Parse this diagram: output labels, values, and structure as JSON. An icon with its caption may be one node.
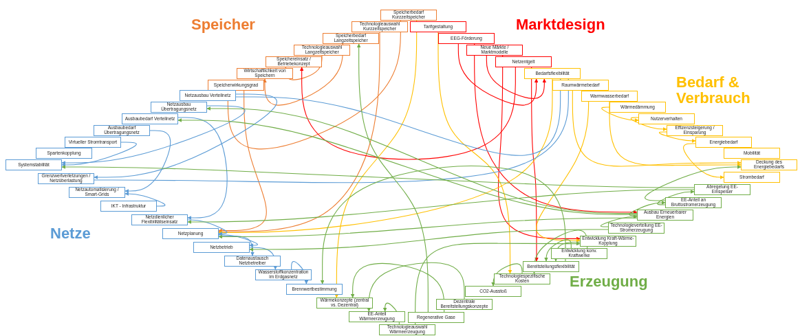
{
  "diagram": {
    "nodes": [
      {
        "text": [
          "Speicherbedarf Kurzzeitspeicher"
        ]
      },
      {
        "text": [
          "Technologieauswahl Kurzzeitspeicher"
        ]
      },
      {
        "text": [
          "Speicherbedarf Langzeitspeicher"
        ]
      },
      {
        "text": [
          "Technologieauswahl Langzeitspeicher"
        ]
      },
      {
        "text": [
          "Speichereinsatz / Betriebekonzept"
        ]
      },
      {
        "text": [
          "Wirtschaftlichkeit von Speichern"
        ]
      },
      {
        "text": [
          "Speicherwirkungsgrad"
        ]
      },
      {
        "text": [
          "Tarifgestaltung"
        ]
      },
      {
        "text": [
          "EEG-Förderung"
        ]
      },
      {
        "text": [
          "Neue Märkte / Marktmodelle"
        ]
      },
      {
        "text": [
          "Netzentgelt"
        ]
      },
      {
        "text": [
          "Bedarfsflexibilität"
        ]
      },
      {
        "text": [
          "Raumwärmebedarf"
        ]
      },
      {
        "text": [
          "Warmwasserbedarf"
        ]
      },
      {
        "text": [
          "Wärmedämmung"
        ]
      },
      {
        "text": [
          "Nutzerverhalten"
        ]
      },
      {
        "text": [
          "Effizenzsteigerung / Einsparung"
        ]
      },
      {
        "text": [
          "Energiebedarf"
        ]
      },
      {
        "text": [
          "Mobilität"
        ]
      },
      {
        "text": [
          "Deckung des Energiebedarfs"
        ]
      },
      {
        "text": [
          "Strombedarf"
        ]
      },
      {
        "text": [
          "Abregelung EE-Einspeiser"
        ]
      },
      {
        "text": [
          "EE-Anteil an Bruttostromerzeugung"
        ]
      },
      {
        "text": [
          "Ausbau Erneuerbarer Energien"
        ]
      },
      {
        "text": [
          "Technologieverteilung EE-Stromerzeugung"
        ]
      },
      {
        "text": [
          "Entwicklung Kraft-Wärme-Kopplung"
        ]
      },
      {
        "text": [
          "Entwicklung konv. Kraftwerke"
        ]
      },
      {
        "text": [
          "Bereitstellungsflexibilität"
        ]
      },
      {
        "text": [
          "Technologiespezifische Kosten"
        ]
      },
      {
        "text": [
          "CO2-Ausstoß"
        ]
      },
      {
        "text": [
          "Dezentrale Bereitstellungskonzepte"
        ]
      },
      {
        "text": [
          "Regenerative Gase"
        ]
      },
      {
        "text": [
          "Technologieauswahl Wärmeerzeugung"
        ]
      },
      {
        "text": [
          "EE-Anteil Wärmeerzeugung"
        ]
      },
      {
        "text": [
          "Wärmekonzepte (zentral vs. Dezentral)"
        ]
      },
      {
        "text": [
          "Netzausbau Verteilnetz"
        ]
      },
      {
        "text": [
          "Netzausbau Übertragungsnetz"
        ]
      },
      {
        "text": [
          "Ausbaubedarf Verteilnetz"
        ]
      },
      {
        "text": [
          "Ausbaubedarf Übertragungsnetz"
        ]
      },
      {
        "text": [
          "Virtueller Stromtransport"
        ]
      },
      {
        "text": [
          "Spartenkopplung"
        ]
      },
      {
        "text": [
          "Systemstabilität"
        ]
      },
      {
        "text": [
          "Grenzwertverletzungen / Netzüberlastung"
        ]
      },
      {
        "text": [
          "Netzautomatisierung / Smart-Grids"
        ]
      },
      {
        "text": [
          "IKT - Infrastruktur"
        ]
      },
      {
        "text": [
          "Netzdienlicher Flexibilitätseinsatz"
        ]
      },
      {
        "text": [
          "Netzplanung"
        ]
      },
      {
        "text": [
          "Netzbetrieb"
        ]
      },
      {
        "text": [
          "Datenaustausch Netzbetreiber"
        ]
      },
      {
        "text": [
          "Wasserstoffkonzentration im Erdgasnetz"
        ]
      },
      {
        "text": [
          "Brennwertbestimmung"
        ]
      }
    ],
    "edges": [
      {
        "from": 3,
        "to": 4,
        "arrow": "to",
        "color": "#ed7d31"
      },
      {
        "from": 2,
        "to": 5,
        "arrow": "to",
        "color": "#ed7d31"
      },
      {
        "from": 0,
        "to": 6,
        "arrow": "to",
        "color": "#ed7d31"
      },
      {
        "from": 6,
        "to": 46,
        "arrow": "to",
        "color": "#ed7d31"
      },
      {
        "from": 1,
        "to": 46,
        "arrow": "to",
        "color": "#ed7d31"
      },
      {
        "from": 10,
        "to": 4,
        "arrow": "to",
        "color": "#ff0000"
      },
      {
        "from": 8,
        "to": 11,
        "arrow": "to",
        "color": "#ff0000"
      },
      {
        "from": 9,
        "to": 11,
        "arrow": "to",
        "color": "#ff0000"
      },
      {
        "from": 8,
        "to": 23,
        "arrow": "to",
        "color": "#ff0000"
      },
      {
        "from": 9,
        "to": 25,
        "arrow": "to",
        "color": "#ff0000"
      },
      {
        "from": 10,
        "to": 27,
        "arrow": "to",
        "color": "#ff0000"
      },
      {
        "from": 0,
        "to": 34,
        "arrow": "to",
        "color": "#ffc000"
      },
      {
        "from": 7,
        "to": 28,
        "arrow": "to",
        "color": "#ffc000"
      },
      {
        "from": 11,
        "to": 46,
        "arrow": "to",
        "color": "#ffc000"
      },
      {
        "from": 12,
        "to": 19,
        "arrow": "to",
        "color": "#ffc000"
      },
      {
        "from": 13,
        "to": 19,
        "arrow": "to",
        "color": "#ffc000"
      },
      {
        "from": 15,
        "to": 16,
        "arrow": "to",
        "color": "#ffc000"
      },
      {
        "from": 16,
        "to": 17,
        "arrow": "to",
        "color": "#ffc000"
      },
      {
        "from": 17,
        "to": 20,
        "arrow": "to",
        "color": "#ffc000"
      },
      {
        "from": 14,
        "to": 15,
        "arrow": "to",
        "color": "#ffc000"
      },
      {
        "from": 12,
        "to": 25,
        "arrow": "to",
        "color": "#ffc000"
      },
      {
        "from": 35,
        "to": 42,
        "arrow": "to",
        "color": "#5b9bd5"
      },
      {
        "from": 36,
        "to": 41,
        "arrow": "to",
        "color": "#5b9bd5"
      },
      {
        "from": 37,
        "to": 45,
        "arrow": "to",
        "color": "#5b9bd5"
      },
      {
        "from": 38,
        "to": 43,
        "arrow": "to",
        "color": "#5b9bd5"
      },
      {
        "from": 39,
        "to": 41,
        "arrow": "to",
        "color": "#5b9bd5"
      },
      {
        "from": 44,
        "to": 43,
        "arrow": "to",
        "color": "#5b9bd5"
      },
      {
        "from": 45,
        "to": 46,
        "arrow": "to",
        "color": "#5b9bd5"
      },
      {
        "from": 46,
        "to": 47,
        "arrow": "to",
        "color": "#5b9bd5"
      },
      {
        "from": 46,
        "to": 48,
        "arrow": "to",
        "color": "#5b9bd5"
      },
      {
        "from": 47,
        "to": 49,
        "arrow": "to",
        "color": "#5b9bd5"
      },
      {
        "from": 49,
        "to": 50,
        "arrow": "to",
        "color": "#5b9bd5"
      },
      {
        "from": 35,
        "to": 11,
        "arrow": "to",
        "color": "#5b9bd5"
      },
      {
        "from": 42,
        "to": 11,
        "arrow": "to",
        "color": "#5b9bd5"
      },
      {
        "from": 31,
        "to": 2,
        "arrow": "to"
      },
      {
        "from": 23,
        "to": 36,
        "arrow": "to"
      },
      {
        "from": 23,
        "to": 37,
        "arrow": "to"
      },
      {
        "from": 21,
        "to": 41,
        "arrow": "to"
      },
      {
        "from": 22,
        "to": 19,
        "arrow": "to"
      },
      {
        "from": 23,
        "to": 22,
        "arrow": "to"
      },
      {
        "from": 24,
        "to": 23,
        "arrow": "to"
      },
      {
        "from": 26,
        "to": 27,
        "arrow": "to"
      },
      {
        "from": 25,
        "to": 27,
        "arrow": "to"
      },
      {
        "from": 28,
        "to": 29,
        "arrow": "to"
      },
      {
        "from": 30,
        "to": 33,
        "arrow": "to"
      },
      {
        "from": 31,
        "to": 34,
        "arrow": "to"
      },
      {
        "from": 32,
        "to": 33,
        "arrow": "to"
      },
      {
        "from": 23,
        "to": 46,
        "arrow": "to"
      },
      {
        "from": 21,
        "to": 45,
        "arrow": "to"
      },
      {
        "from": 24,
        "to": 47,
        "arrow": "to"
      },
      {
        "from": 27,
        "to": 50,
        "arrow": "to"
      },
      {
        "from": 22,
        "to": 21,
        "arrow": "to"
      },
      {
        "from": 26,
        "to": 28,
        "arrow": "to"
      },
      {
        "from": 32,
        "to": 25,
        "arrow": "to"
      }
    ],
    "labels": [
      "Speicher",
      "Marktdesign",
      "Bedarf & Verbrauch",
      "Netze",
      "Erzeugung"
    ]
  }
}
